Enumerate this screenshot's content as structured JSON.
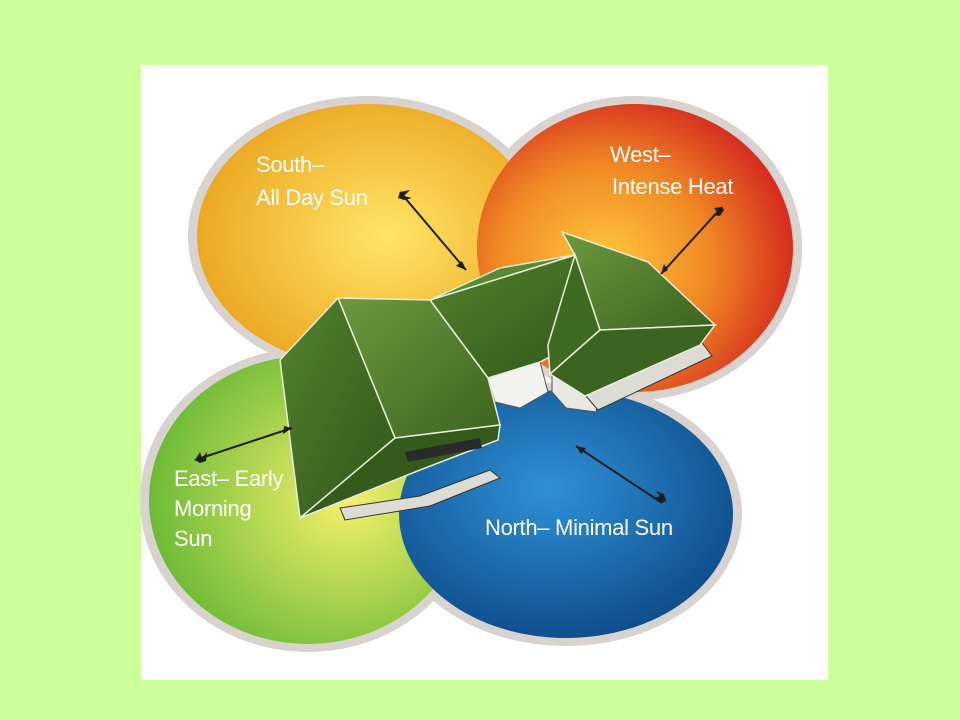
{
  "labels": {
    "south": [
      "South–",
      "All Day Sun"
    ],
    "west": [
      "West–",
      "Intense Heat"
    ],
    "east": [
      "East– Early",
      "Morning",
      "Sun"
    ],
    "north": [
      "North– Minimal Sun"
    ]
  },
  "colors": {
    "slide_background": "#ccff99",
    "panel": "#ffffff",
    "ring": "#d9d3d0",
    "south_core": "#ffe566",
    "south_edge": "#eaa21c",
    "west_core": "#ffc93c",
    "west_edge": "#d62f1f",
    "east_core": "#f4f06a",
    "east_edge": "#6cba36",
    "north_core": "#2f92d6",
    "north_edge": "#0d4a88",
    "roof": "#4d7a2a",
    "roof_dark": "#2f561a",
    "roof_light": "#6c9a3e"
  }
}
